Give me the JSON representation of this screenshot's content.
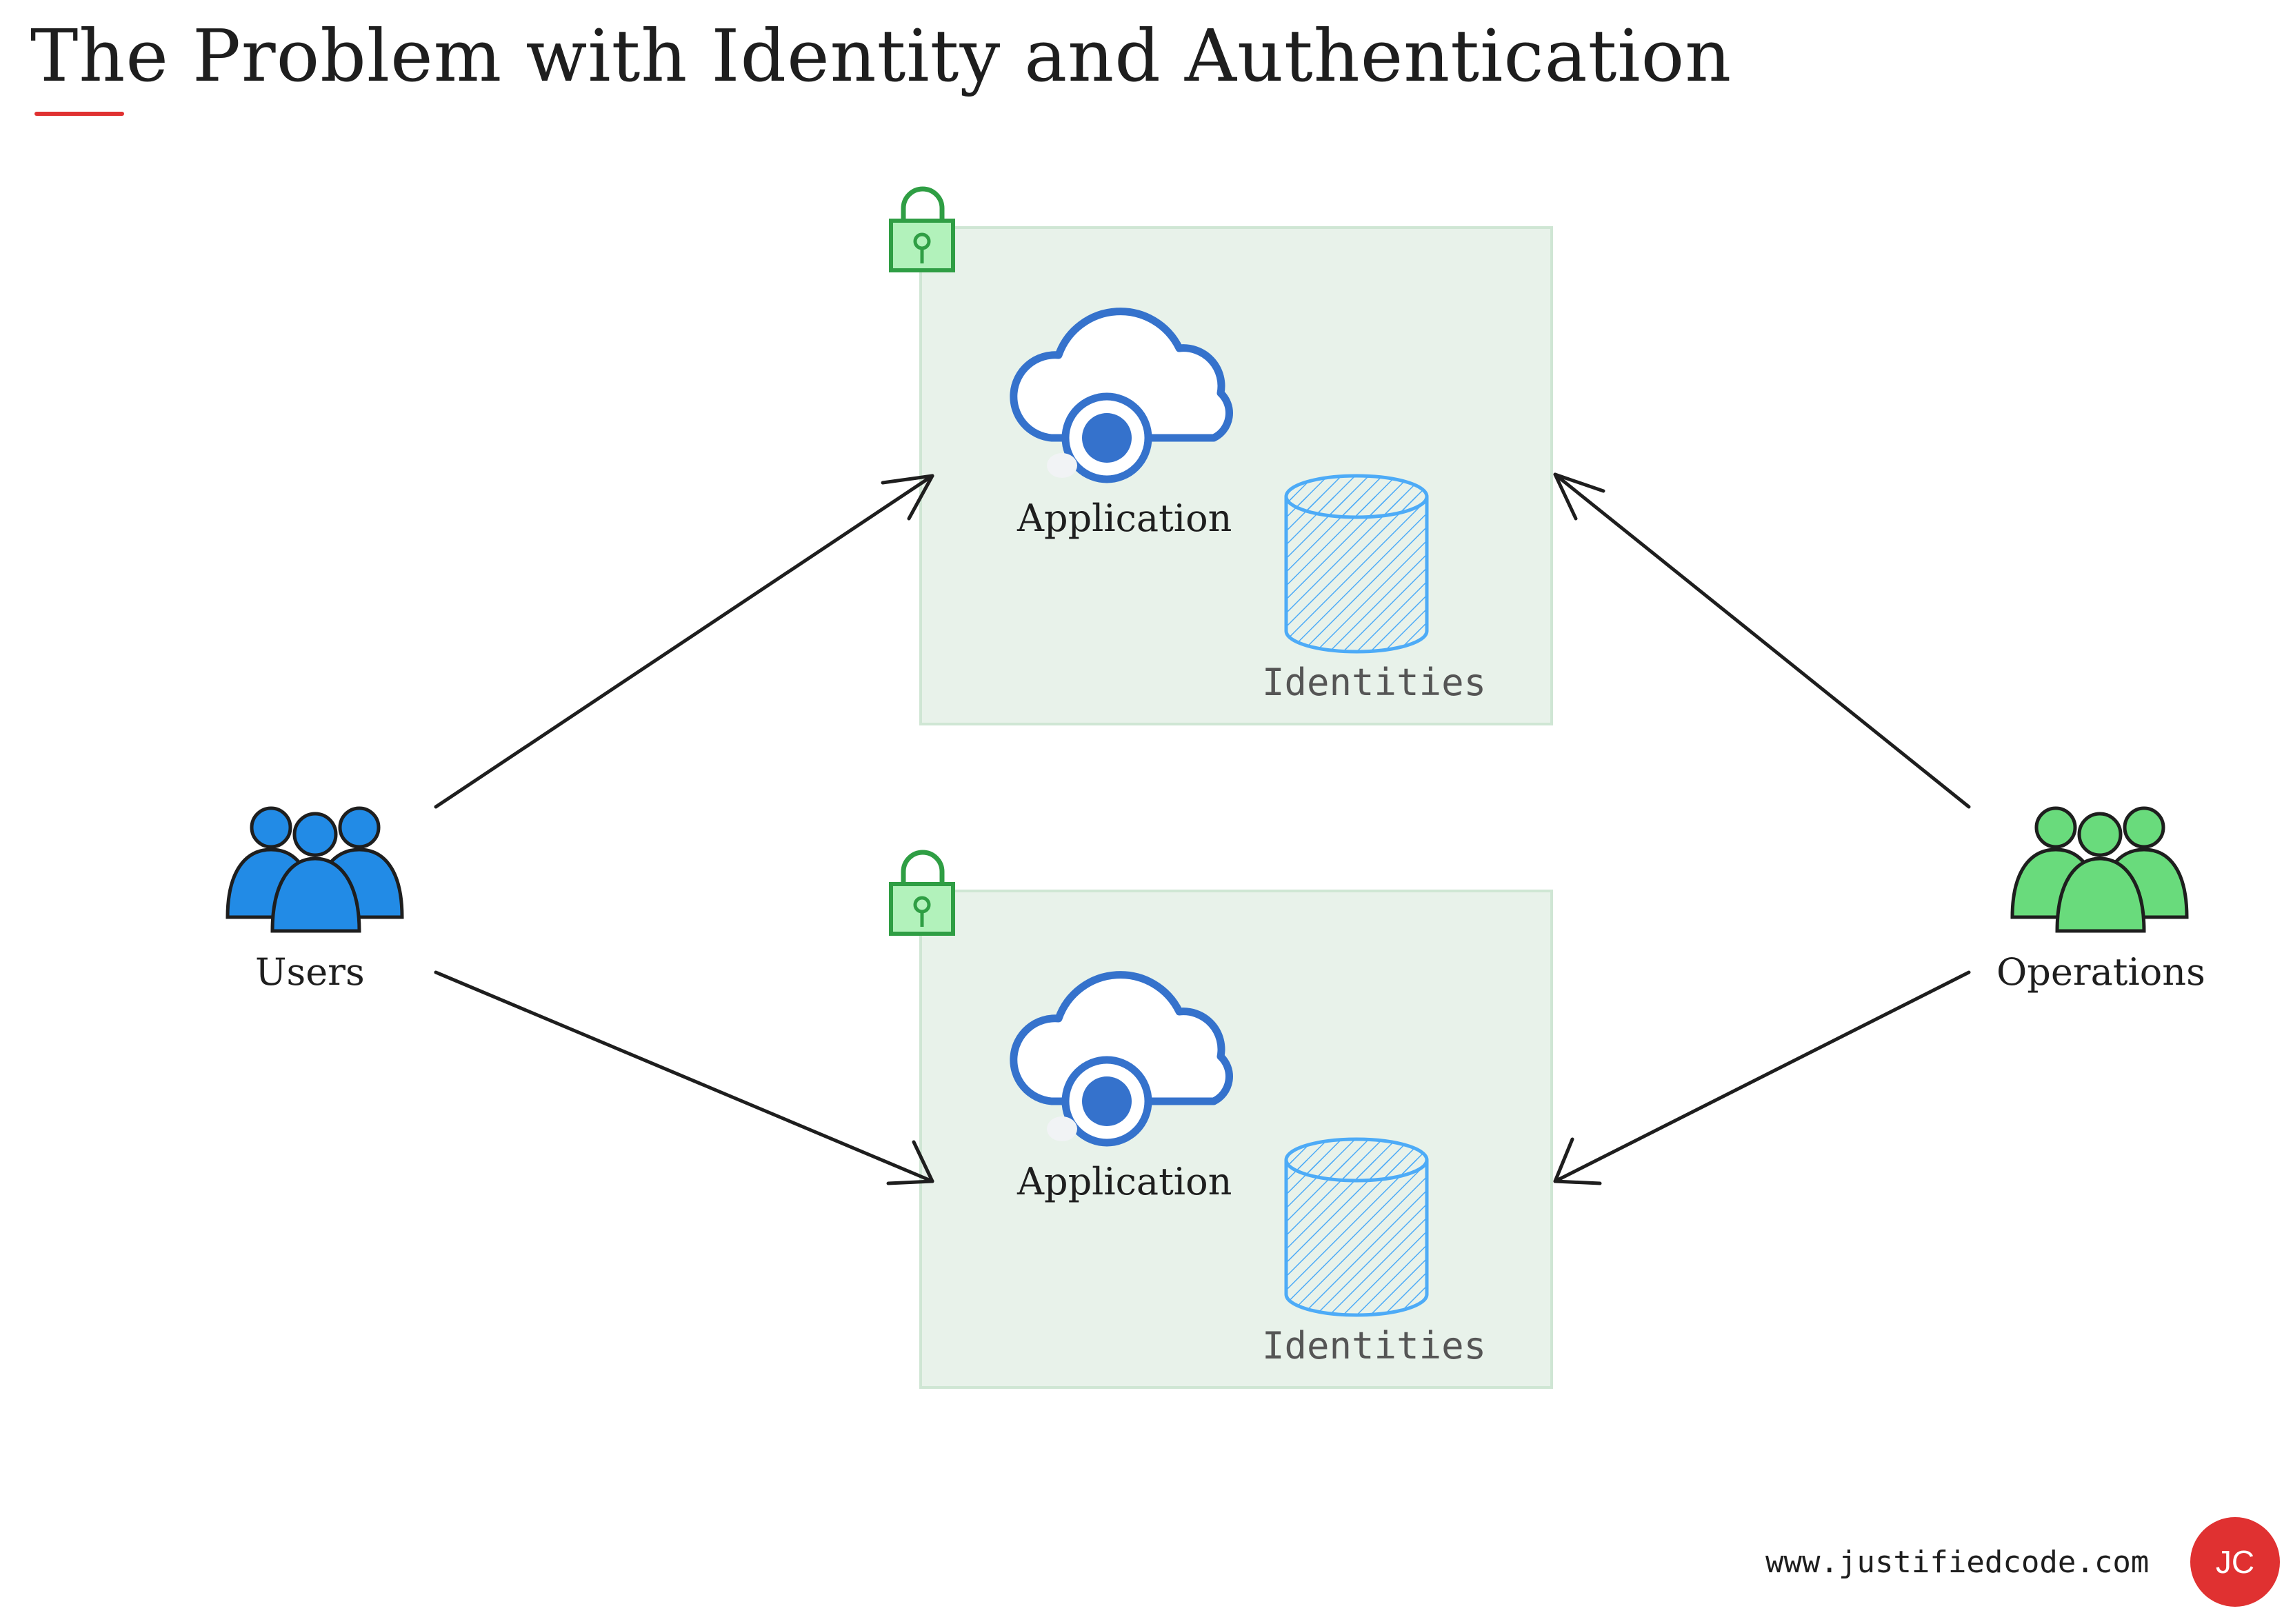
{
  "title": "The Problem with Identity and Authentication",
  "colors": {
    "zone_fill": "#e8f2ea",
    "zone_stroke": "#cfe6d4",
    "lock": "#2f9e44",
    "lock_fill": "#b2f2bb",
    "app": "#3572cc",
    "db": "#4dabf7",
    "users": "#228be6",
    "operations": "#69db7c",
    "accent": "#e03131"
  },
  "zones": [
    {
      "app_label": "Application",
      "db_label": "Identities",
      "lock_icon": "lock-icon"
    },
    {
      "app_label": "Application",
      "db_label": "Identities",
      "lock_icon": "lock-icon"
    }
  ],
  "actors": {
    "users": {
      "label": "Users",
      "icon": "users-group-icon"
    },
    "operations": {
      "label": "Operations",
      "icon": "users-group-icon"
    }
  },
  "footer": {
    "url": "www.justifiedcode.com",
    "logo": "JC"
  }
}
